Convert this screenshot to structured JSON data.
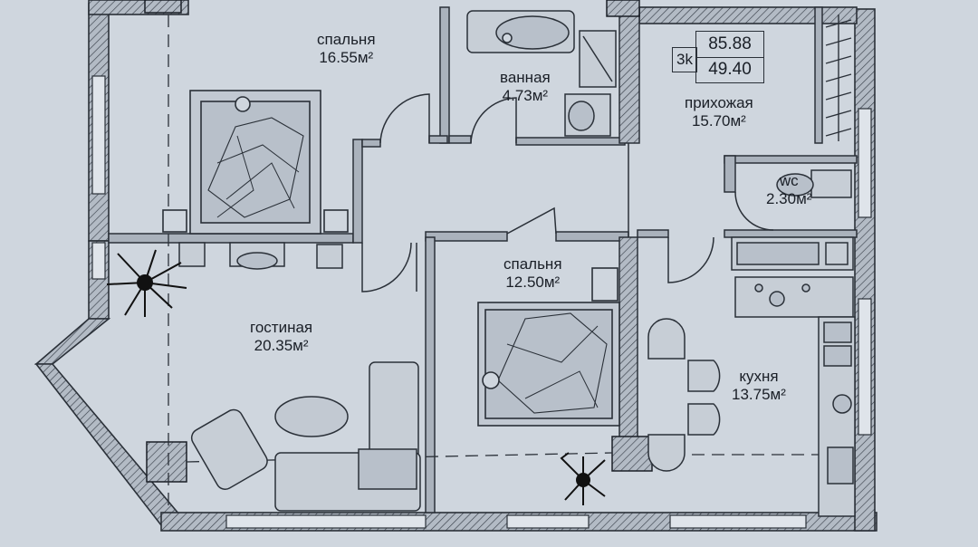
{
  "spec": {
    "rooms": "3k",
    "total_area": "85.88",
    "living_area": "49.40"
  },
  "rooms": [
    {
      "id": "bedroom-1",
      "name": "спальня",
      "area": "16.55м²"
    },
    {
      "id": "bathroom",
      "name": "ванная",
      "area": "4.73м²"
    },
    {
      "id": "hallway",
      "name": "прихожая",
      "area": "15.70м²"
    },
    {
      "id": "wc",
      "name": "wc",
      "area": "2.30м²"
    },
    {
      "id": "bedroom-2",
      "name": "спальня",
      "area": "12.50м²"
    },
    {
      "id": "living-room",
      "name": "гостиная",
      "area": "20.35м²"
    },
    {
      "id": "kitchen",
      "name": "кухня",
      "area": "13.75м²"
    }
  ],
  "colors": {
    "paper": "#cfd6de",
    "line": "#2a3038",
    "wall_fill": "#aab2bc"
  }
}
